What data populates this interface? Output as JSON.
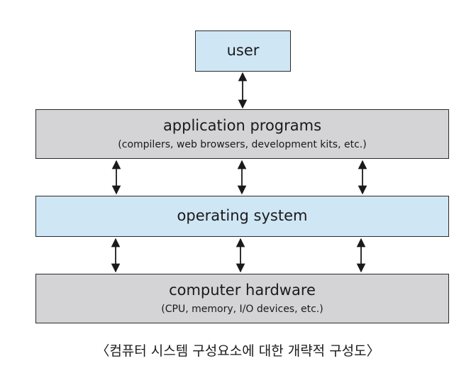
{
  "diagram": {
    "user": {
      "label": "user"
    },
    "application_programs": {
      "label": "application programs",
      "detail": "(compilers, web browsers, development kits, etc.)"
    },
    "operating_system": {
      "label": "operating system"
    },
    "computer_hardware": {
      "label": "computer hardware",
      "detail": "(CPU, memory, I/O devices, etc.)"
    }
  },
  "caption": "〈컴퓨터 시스템 구성요소에 대한 개략적 구성도〉",
  "colors": {
    "blue_fill": "#cfe6f5",
    "gray_fill": "#d4d4d6",
    "border": "#2b2b2b"
  }
}
